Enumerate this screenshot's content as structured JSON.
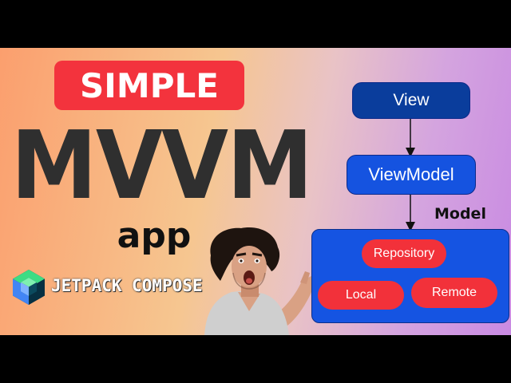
{
  "thumbnail": {
    "badge_text": "SIMPLE",
    "headline": "MVVM",
    "subheadline": "app",
    "jetpack_label": "JETPACK COMPOSE"
  },
  "diagram": {
    "view": "View",
    "viewmodel": "ViewModel",
    "model_label": "Model",
    "repository": "Repository",
    "local": "Local",
    "remote": "Remote"
  },
  "colors": {
    "badge_red": "#f3333d",
    "view_blue": "#0a3d9c",
    "viewmodel_blue": "#1553e0",
    "model_blue": "#1554e2",
    "pill_red": "#f2313a"
  },
  "icons": {
    "logo": "jetpack-compose-logo",
    "person": "surprised-person"
  }
}
